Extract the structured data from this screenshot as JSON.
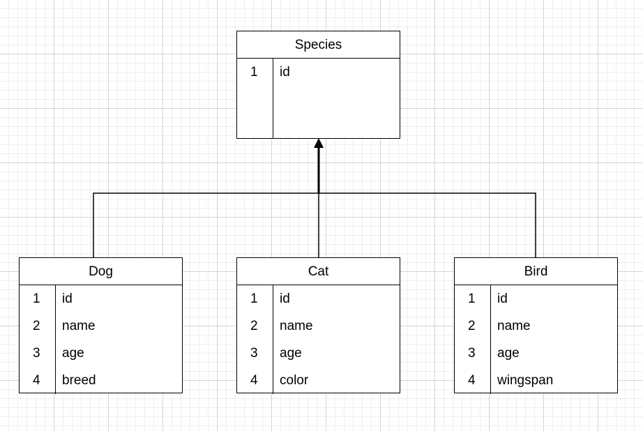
{
  "diagram": {
    "entities": [
      {
        "title": "Species",
        "rows": [
          {
            "num": "1",
            "field": "id"
          }
        ]
      },
      {
        "title": "Dog",
        "rows": [
          {
            "num": "1",
            "field": "id"
          },
          {
            "num": "2",
            "field": "name"
          },
          {
            "num": "3",
            "field": "age"
          },
          {
            "num": "4",
            "field": "breed"
          }
        ]
      },
      {
        "title": "Cat",
        "rows": [
          {
            "num": "1",
            "field": "id"
          },
          {
            "num": "2",
            "field": "name"
          },
          {
            "num": "3",
            "field": "age"
          },
          {
            "num": "4",
            "field": "color"
          }
        ]
      },
      {
        "title": "Bird",
        "rows": [
          {
            "num": "1",
            "field": "id"
          },
          {
            "num": "2",
            "field": "name"
          },
          {
            "num": "3",
            "field": "age"
          },
          {
            "num": "4",
            "field": "wingspan"
          }
        ]
      }
    ],
    "relationships": [
      {
        "from": "Dog",
        "to": "Species",
        "type": "inheritance"
      },
      {
        "from": "Cat",
        "to": "Species",
        "type": "inheritance"
      },
      {
        "from": "Bird",
        "to": "Species",
        "type": "inheritance"
      }
    ]
  }
}
